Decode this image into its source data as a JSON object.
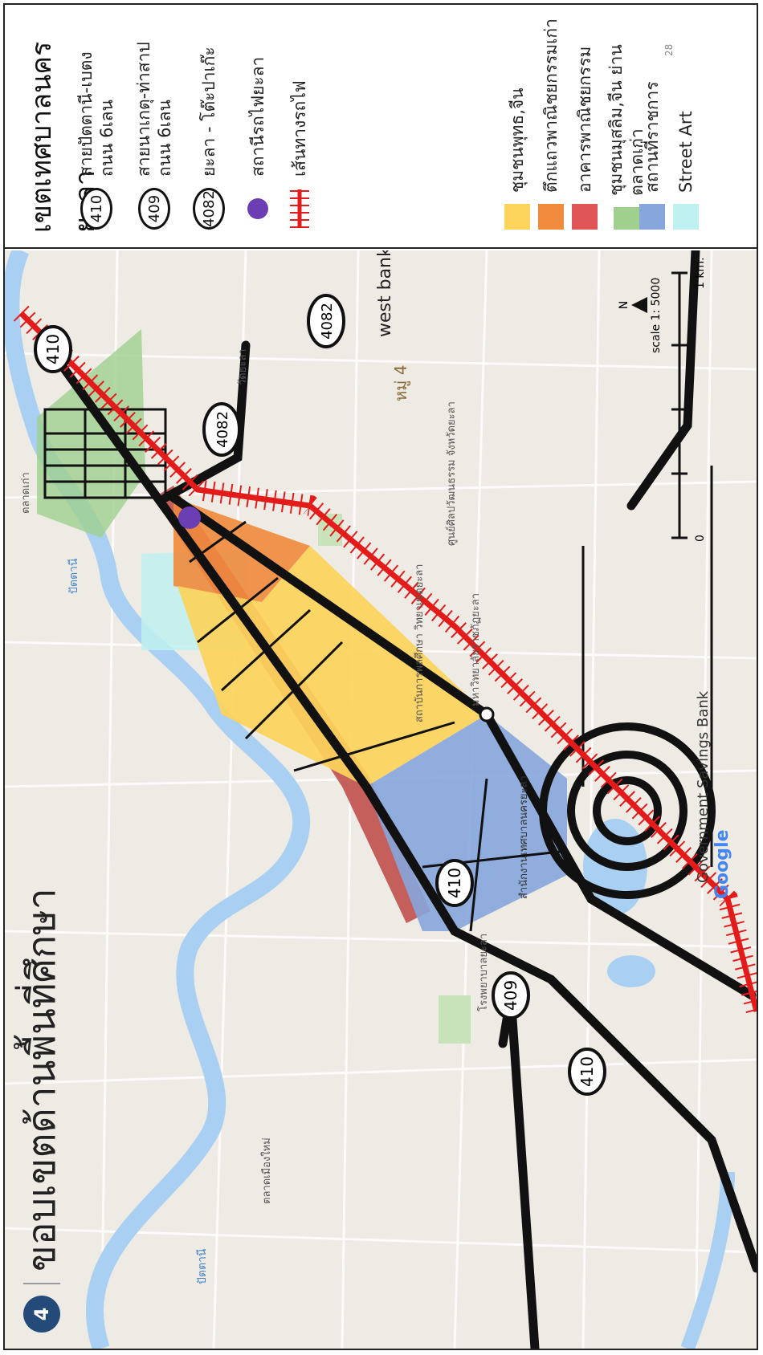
{
  "page": {
    "badge": "4",
    "title": "ขอบเขตด้านพื้นที่ศึกษา"
  },
  "legend": {
    "title": "เขตเทศบาลนครยะลา",
    "roads": [
      {
        "number": "410",
        "line1": "สายปัตตานี-เบตง",
        "line2": "ถนน 6เลน"
      },
      {
        "number": "409",
        "line1": "สายนาเกตุ-ท่าสาป",
        "line2": "ถนน 6เลน"
      },
      {
        "number": "4082",
        "line1": "ยะลา - โต๊ะปาเก๊ะ",
        "line2": ""
      }
    ],
    "station_label": "สถานีรถไฟยะลา",
    "railway_label": "เส้นทางรถไฟ",
    "zones": [
      {
        "label": "ชุมชนพุทธ,จีน",
        "color": "#fcd35b"
      },
      {
        "label": "ตึกแถวพาณิชยกรรมเก่า",
        "color": "#f08a3c"
      },
      {
        "label": "อาคารพาณิชยกรรม",
        "color": "#e05555"
      },
      {
        "label": "ชุมชนมุสลิม,จีน ย่านตลาดเก่า",
        "color": "#9fd08e"
      },
      {
        "label": "สถานที่ราชการ",
        "color": "#86a6dc"
      },
      {
        "label": "Street Art",
        "color": "#bff0f0"
      }
    ],
    "page_number": "28"
  },
  "colors": {
    "map_bg": "#eeeae4",
    "river": "#a9d0f2",
    "road": "#111111",
    "rail": "#e31b1b",
    "station": "#6b3fb3"
  },
  "map_labels": {
    "road_410_a": "410",
    "road_410_b": "410",
    "road_410_c": "410",
    "road_409": "409",
    "road_4082_a": "4082",
    "road_4082_b": "4082",
    "west_bank": "west bank",
    "moo4": "หมู่ 4",
    "scale": "scale 1: 5000",
    "scale_zero": "0",
    "scale_km": "1 km.",
    "north": "N",
    "google": "Google",
    "savings_bank": "Government Savings Bank",
    "pattani_river_1": "ปัตตานี",
    "pattani_river_2": "ปัตตานี",
    "market": "ตลาดเมืองใหม่",
    "hospital": "โรงพยาบาลยะลา",
    "office": "สำนักงานเทศบาลนครยะลา",
    "college": "สถาบันการพลศึกษา วิทยาเขตยะลา",
    "university": "มหาวิทยาลัยราชภัฏยะลา",
    "culture_center": "ศูนย์ศิลปวัฒนธรรม จังหวัดยะลา",
    "temple": "วัดยะลา",
    "old_market": "ตลาดเก่า"
  }
}
